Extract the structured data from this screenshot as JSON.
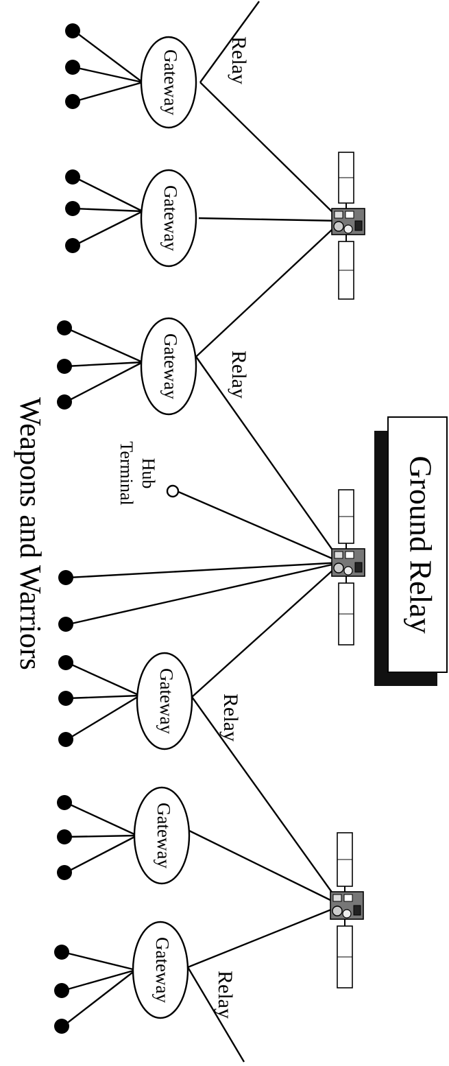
{
  "title": "Ground Relay",
  "bottom_label": "Weapons and Warriors",
  "gateway_label": "Gateway",
  "relay_label": "Relay",
  "hub_label_line1": "Hub",
  "hub_label_line2": "Terminal",
  "colors": {
    "ink": "#000000",
    "background": "#ffffff",
    "shadow": "#111111"
  },
  "icons": [
    "satellite-icon"
  ]
}
